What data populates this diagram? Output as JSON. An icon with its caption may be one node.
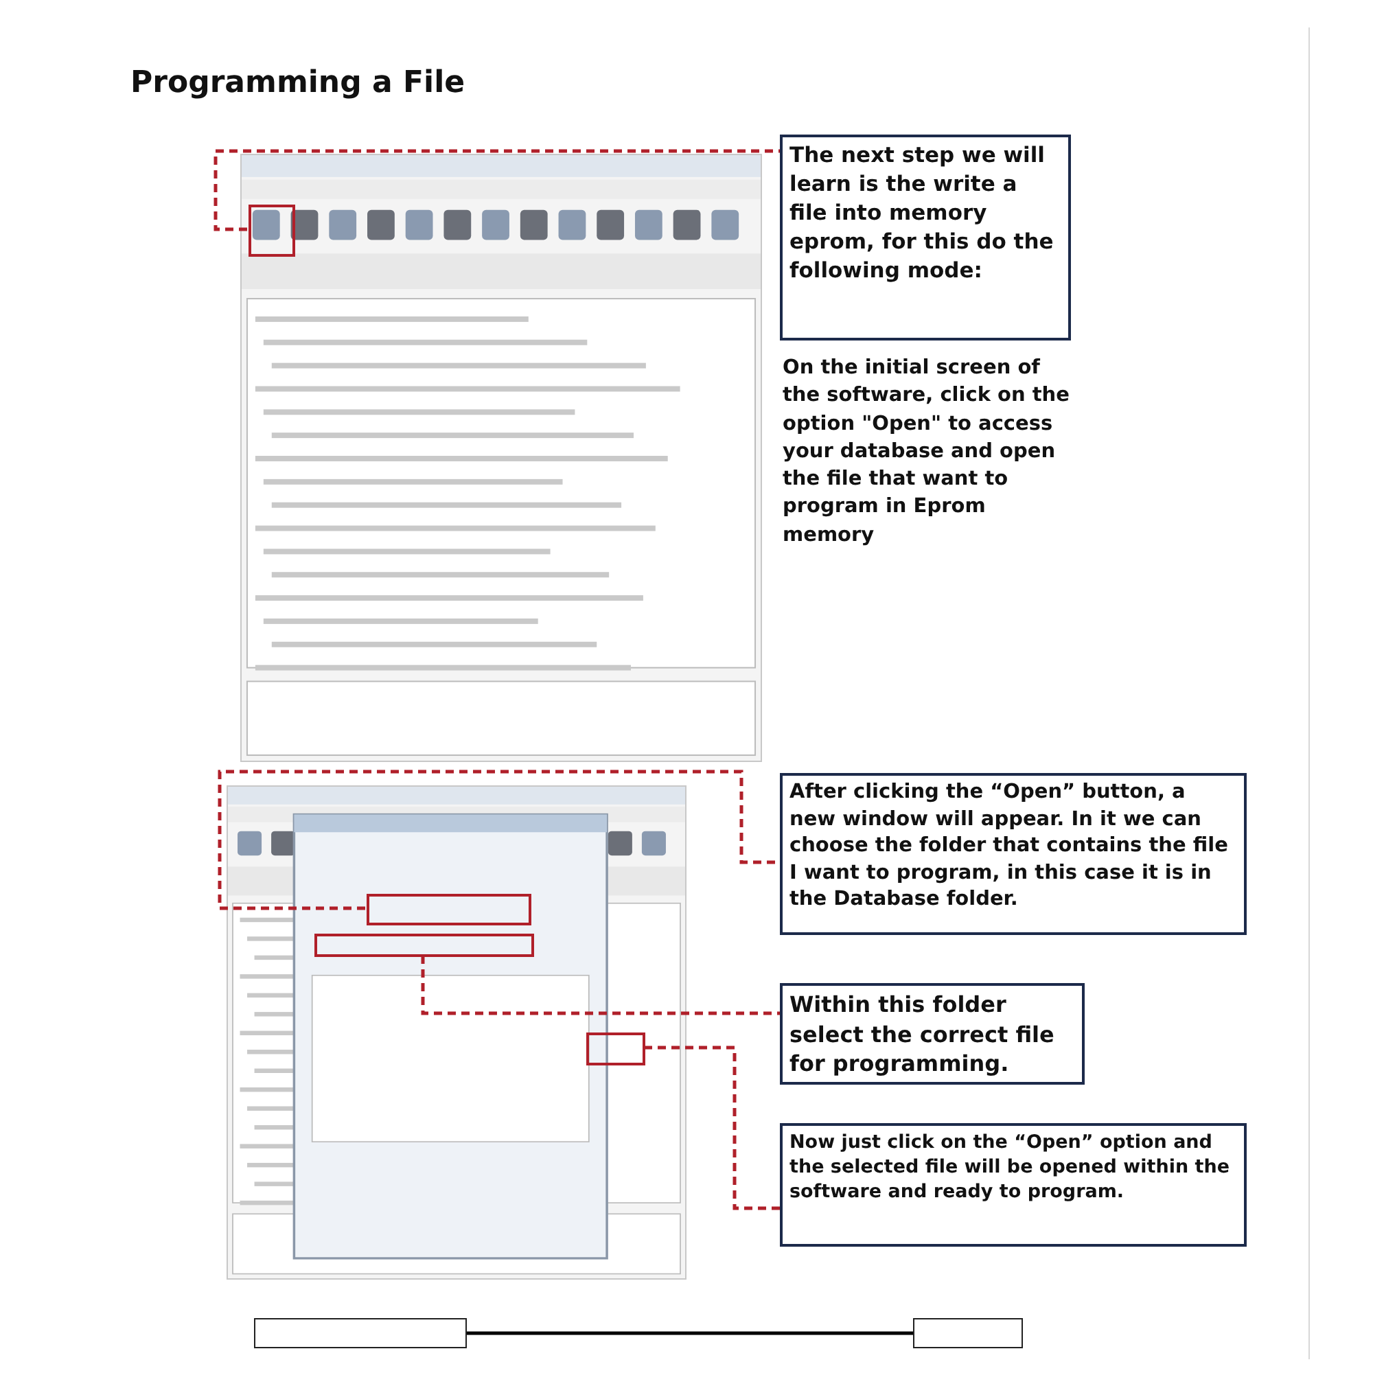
{
  "diagram": {
    "title": "Programming a File",
    "nodes": [
      {
        "text": [],
        "shape": "picture"
      },
      {
        "text": [],
        "shape": "box",
        "in": 0
      },
      {
        "text": [
          "The next step we will learn is the write a file into memory eprom, for this do the following mode:"
        ],
        "beside": [
          "On the initial screen of the software, click on the option \"Open\" to access your database and open the file that want to program in Eprom memory"
        ]
      },
      {
        "text": [],
        "shape": "picture"
      },
      {
        "text": [],
        "shape": "box",
        "in": 3
      },
      {
        "text": [],
        "shape": "box",
        "in": 3
      },
      {
        "text": [],
        "shape": "box",
        "in": 3
      },
      {
        "text": [
          "After clicking the “Open” button, a new window will appear. In it we can choose the folder that contains the file I want to program, in this case it is in the Database folder."
        ]
      },
      {
        "text": [
          "Within this folder select the correct file for programming."
        ]
      },
      {
        "text": [
          "Now just click on the “Open” option and the selected file will be opened within the software and ready to program."
        ]
      },
      {
        "text": [],
        "shape": "box"
      },
      {
        "text": [],
        "shape": "box"
      }
    ],
    "edges": [
      {
        "from": 1,
        "to": 2,
        "arrow": "none",
        "style": "dashed"
      },
      {
        "from": 4,
        "to": 7,
        "arrow": "none",
        "style": "dashed"
      },
      {
        "from": 5,
        "to": 8,
        "arrow": "none",
        "style": "dashed"
      },
      {
        "from": 6,
        "to": 9,
        "arrow": "none",
        "style": "dashed"
      },
      {
        "from": 10,
        "to": 11,
        "arrow": "none",
        "color": "#000000"
      }
    ]
  }
}
